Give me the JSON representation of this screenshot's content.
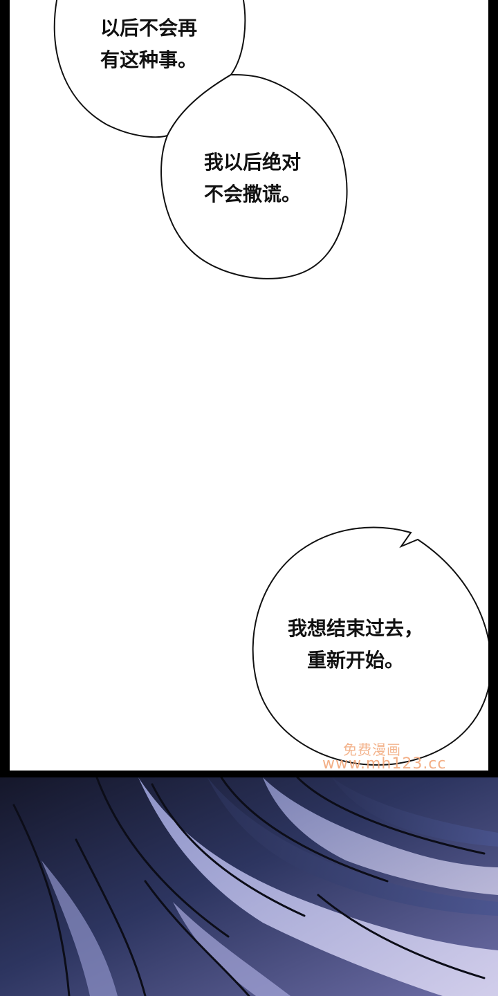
{
  "bubble_1": {
    "line_1": "以后不会再",
    "line_2": "有这种事。"
  },
  "bubble_2": {
    "line_1": "我以后绝对",
    "line_2": "不会撒谎。"
  },
  "bubble_3": {
    "line_1": "我想结束过去，",
    "line_2": "重新开始。"
  },
  "watermark": {
    "line_1": "免费漫画",
    "line_2": "www.mh123.cc"
  },
  "colors": {
    "panel_background": "#ffffff",
    "gutter": "#000000",
    "watermark": "#f2a77a",
    "hair_dark": "#1a1c2e",
    "hair_mid": "#3a4470",
    "hair_light": "#c9c4e6"
  }
}
